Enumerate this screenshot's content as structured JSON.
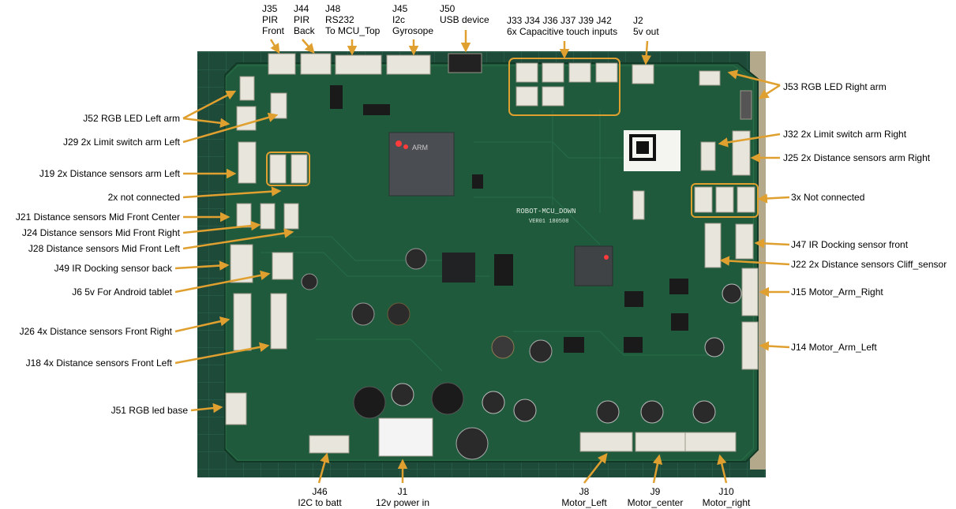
{
  "board": {
    "silkscreen_name": "ROBOT-MCU_DOWN",
    "silkscreen_version": "VER01 180508",
    "chip_brand": "ARM"
  },
  "colors": {
    "arrow": "#e0a030",
    "pcb": "#1f5a3c",
    "connector": "#e8e6dc",
    "background": "#ffffff"
  },
  "labels": {
    "top": [
      {
        "id": "j35",
        "lines": [
          "J35",
          "PIR",
          "Front"
        ]
      },
      {
        "id": "j44",
        "lines": [
          "J44",
          "PIR",
          "Back"
        ]
      },
      {
        "id": "j48",
        "lines": [
          "J48",
          "RS232",
          "To MCU_Top"
        ]
      },
      {
        "id": "j45",
        "lines": [
          "J45",
          "I2c",
          "Gyrosope"
        ]
      },
      {
        "id": "j50",
        "lines": [
          "J50",
          "USB device"
        ]
      },
      {
        "id": "captouch",
        "lines": [
          "J33 J34 J36 J37 J39 J42",
          "6x Capacitive touch inputs"
        ]
      },
      {
        "id": "j2",
        "lines": [
          "J2",
          "5v out"
        ]
      }
    ],
    "left": [
      {
        "id": "j52",
        "text": "J52 RGB LED Left arm"
      },
      {
        "id": "j29",
        "text": "J29 2x Limit switch arm Left"
      },
      {
        "id": "j19",
        "text": "J19 2x Distance sensors arm Left"
      },
      {
        "id": "nc2",
        "text": "2x not connected"
      },
      {
        "id": "j21",
        "text": "J21 Distance sensors Mid Front Center"
      },
      {
        "id": "j24",
        "text": "J24 Distance sensors Mid Front Right"
      },
      {
        "id": "j28",
        "text": "J28 Distance sensors Mid Front Left"
      },
      {
        "id": "j49",
        "text": "J49 IR Docking sensor back"
      },
      {
        "id": "j6",
        "text": "J6 5v For Android tablet"
      },
      {
        "id": "j26",
        "text": "J26 4x Distance sensors Front Right"
      },
      {
        "id": "j18",
        "text": "J18 4x Distance sensors Front Left"
      },
      {
        "id": "j51",
        "text": "J51 RGB led base"
      }
    ],
    "right": [
      {
        "id": "j53",
        "text": "J53 RGB LED Right arm"
      },
      {
        "id": "j32",
        "text": "J32 2x Limit switch arm Right"
      },
      {
        "id": "j25",
        "text": "J25 2x Distance sensors arm Right"
      },
      {
        "id": "nc3",
        "text": "3x Not connected"
      },
      {
        "id": "j47",
        "text": "J47 IR Docking sensor front"
      },
      {
        "id": "j22",
        "text": "J22 2x Distance sensors Cliff_sensor"
      },
      {
        "id": "j15",
        "text": "J15 Motor_Arm_Right"
      },
      {
        "id": "j14",
        "text": "J14 Motor_Arm_Left"
      }
    ],
    "bottom": [
      {
        "id": "j46",
        "lines": [
          "J46",
          "I2C to batt"
        ]
      },
      {
        "id": "j1",
        "lines": [
          "J1",
          "12v power in"
        ]
      },
      {
        "id": "j8",
        "lines": [
          "J8",
          "Motor_Left"
        ]
      },
      {
        "id": "j9",
        "lines": [
          "J9",
          "Motor_center"
        ]
      },
      {
        "id": "j10",
        "lines": [
          "J10",
          "Motor_right"
        ]
      }
    ]
  }
}
